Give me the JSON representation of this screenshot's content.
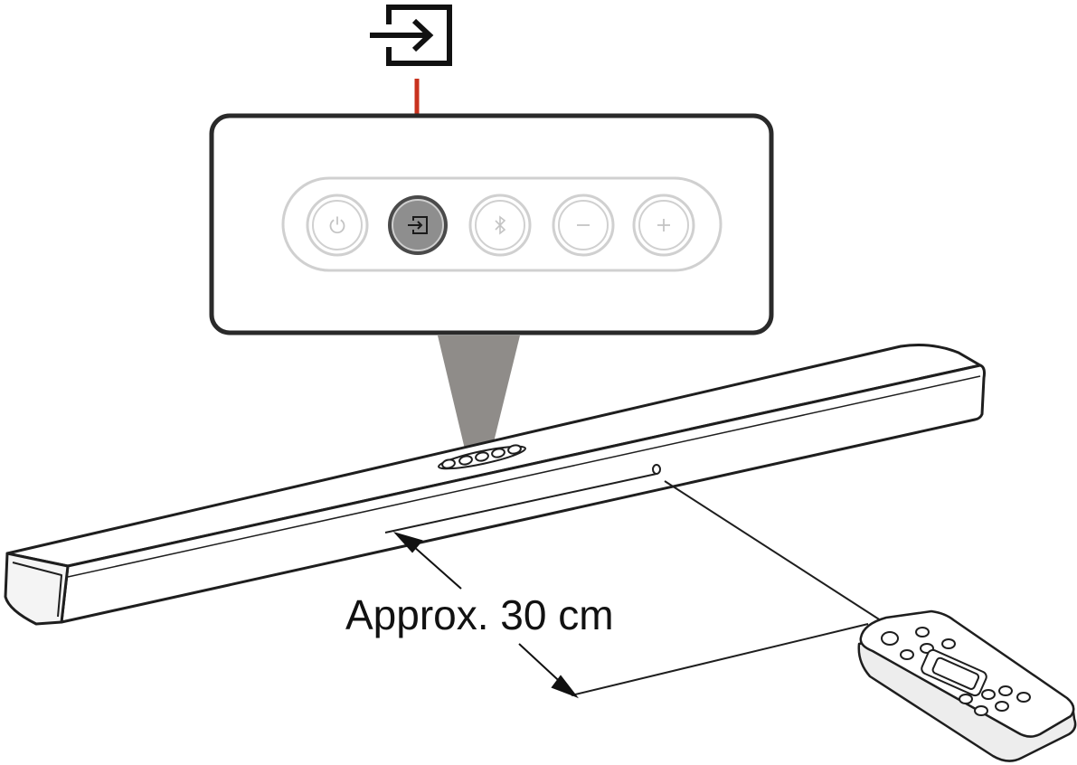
{
  "caption": {
    "distance": "Approx. 30 cm"
  },
  "colors": {
    "callout_line": "#c8321e",
    "outline": "#1e1e1e",
    "panel_stroke": "#2a2a2a",
    "button_light": "#d0d0d0",
    "button_dark": "#4a4a4a",
    "button_dark_fill": "#8e8e8e",
    "light_cone": "#8f8c89",
    "remote_fill": "#ededed"
  },
  "control_panel": {
    "buttons": [
      {
        "icon": "power-icon",
        "state": "inactive"
      },
      {
        "icon": "input-icon",
        "state": "highlighted"
      },
      {
        "icon": "bluetooth-icon",
        "state": "inactive"
      },
      {
        "icon": "volume-minus-icon",
        "state": "inactive"
      },
      {
        "icon": "volume-plus-icon",
        "state": "inactive"
      }
    ]
  },
  "highlighted_icon": "input-icon"
}
